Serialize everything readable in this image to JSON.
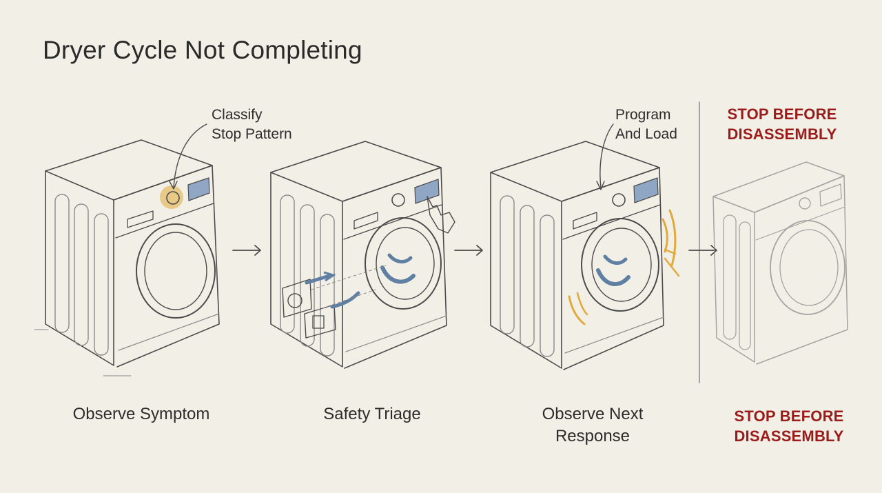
{
  "title": "Dryer Cycle Not Completing",
  "steps": [
    {
      "label": "Observe Symptom",
      "callout": [
        "Classify",
        "Stop Pattern"
      ]
    },
    {
      "label": "Safety Triage"
    },
    {
      "label_lines": [
        "Observe Next",
        "Response"
      ],
      "callout": [
        "Program",
        "And Load"
      ]
    },
    {
      "warning_top": [
        "STOP BEFORE",
        "DISASSEMBLY"
      ],
      "warning_bottom": [
        "STOP BEFORE",
        "DISASSEMBLY"
      ]
    }
  ],
  "colors": {
    "background": "#f2efe7",
    "ink": "#4a4a4a",
    "highlight": "#e0a93a",
    "arrow_blue": "#5f7fa3",
    "display": "#8fa7c4",
    "warning": "#9b1b1b"
  }
}
